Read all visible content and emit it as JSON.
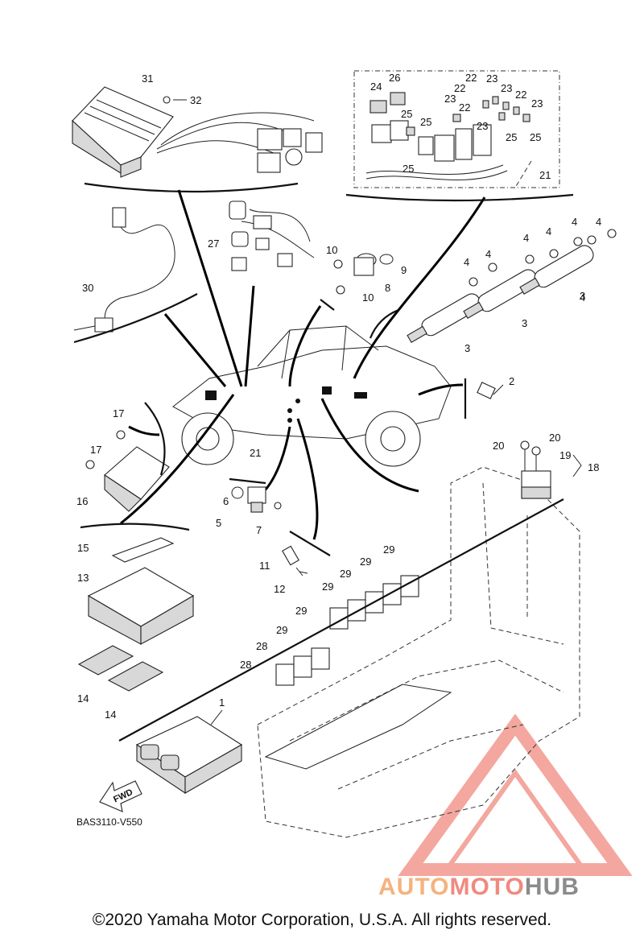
{
  "diagram": {
    "callouts": {
      "c1": "1",
      "c2": "2",
      "c3a": "3",
      "c3b": "3",
      "c3c": "3",
      "c4a": "4",
      "c4b": "4",
      "c4c": "4",
      "c4d": "4",
      "c4e": "4",
      "c4f": "4",
      "c4g": "4",
      "c5": "5",
      "c6": "6",
      "c7": "7",
      "c8": "8",
      "c9": "9",
      "c10a": "10",
      "c10b": "10",
      "c11": "11",
      "c12": "12",
      "c13": "13",
      "c14a": "14",
      "c14b": "14",
      "c15": "15",
      "c16": "16",
      "c17a": "17",
      "c17b": "17",
      "c18": "18",
      "c19": "19",
      "c20a": "20",
      "c20b": "20",
      "c21a": "21",
      "c21b": "21",
      "c22a": "22",
      "c22b": "22",
      "c22c": "22",
      "c22d": "22",
      "c23a": "23",
      "c23b": "23",
      "c23c": "23",
      "c23d": "23",
      "c23e": "23",
      "c24": "24",
      "c25a": "25",
      "c25b": "25",
      "c25c": "25",
      "c25d": "25",
      "c25e": "25",
      "c26": "26",
      "c27": "27",
      "c28a": "28",
      "c28b": "28",
      "c29a": "29",
      "c29b": "29",
      "c29c": "29",
      "c29d": "29",
      "c29e": "29",
      "c29f": "29",
      "c30": "30",
      "c31": "31",
      "c32": "32"
    },
    "fwd_label": "FWD",
    "drawing_code": "BAS3110-V550"
  },
  "watermark": {
    "part1": "AUTO",
    "part2": "MOTO",
    "part3": "HUB",
    "color_auto": "#f5b27d",
    "color_moto": "#f08a80",
    "color_hub": "#8b8b8b",
    "triangle_color": "#f08a80"
  },
  "footer": {
    "copyright": "©2020 Yamaha Motor Corporation, U.S.A. All rights reserved."
  }
}
